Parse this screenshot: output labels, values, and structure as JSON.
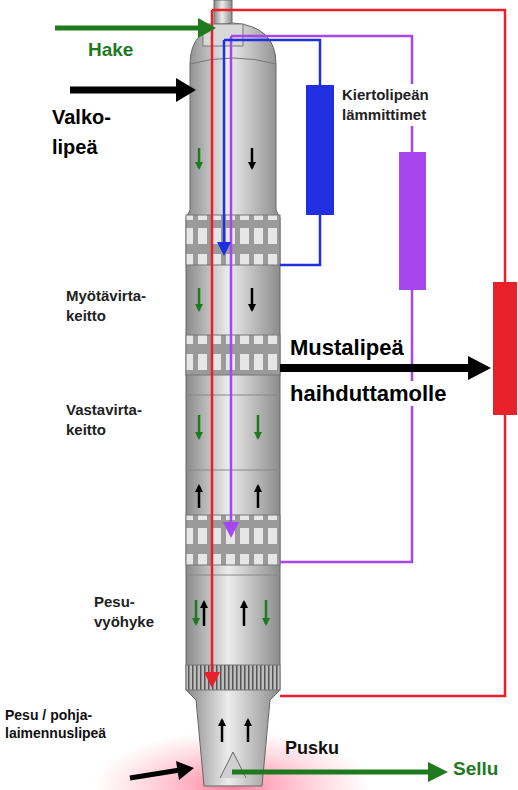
{
  "diagram": {
    "labels": [
      "Hake",
      "Valko- lipeä",
      "Kiertolipeän lämmittimet",
      "Myötävirta- keitto",
      "Mustalipeä haihduttamolle",
      "Vastavirta- keitto",
      "Pesu- vyöhyke",
      "Pesu / pohja- laimennuslipeä",
      "Pusku",
      "Sellu"
    ]
  }
}
